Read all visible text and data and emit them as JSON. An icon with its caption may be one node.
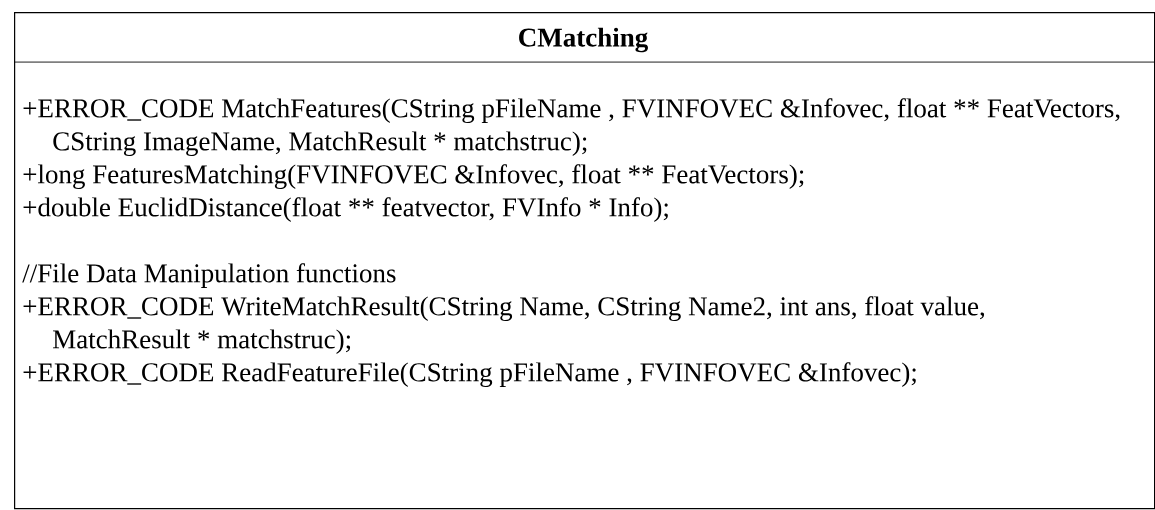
{
  "diagram": {
    "nodes": [
      {
        "text": [
          "CMatching",
          "+ERROR_CODE MatchFeatures(CString pFileName , FVINFOVEC &Infovec, float ** FeatVectors, CString ImageName, MatchResult * matchstruc);",
          "+long FeaturesMatching(FVINFOVEC &Infovec, float ** FeatVectors);",
          "+double EuclidDistance(float ** featvector, FVInfo * Info);",
          "//File Data Manipulation functions",
          "+ERROR_CODE WriteMatchResult(CString Name, CString Name2, int ans, float value, MatchResult * matchstruc);",
          "+ERROR_CODE ReadFeatureFile(CString pFileName , FVINFOVEC &Infovec);"
        ]
      }
    ]
  }
}
